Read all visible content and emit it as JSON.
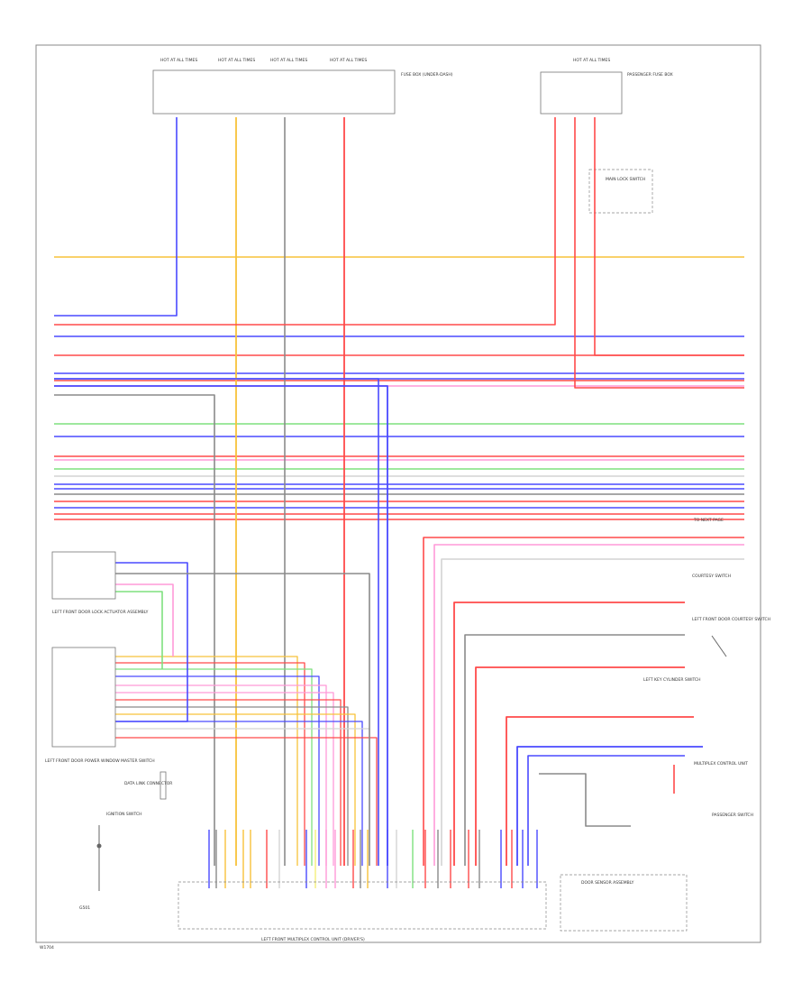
{
  "page": {
    "footer_code": "W1704"
  },
  "colors": {
    "red": "#ff4a4a",
    "pink": "#ff9ad8",
    "blue": "#4a4aff",
    "yellow": "#f7c23a",
    "gray": "#8a8a8a",
    "green": "#7ee07e",
    "lightyellow": "#f5f07a",
    "lightgray": "#d4d4d4",
    "black": "#333333"
  },
  "top_connectors": [
    {
      "label": "HOT AT ALL TIMES"
    },
    {
      "label": "HOT AT ALL TIMES"
    },
    {
      "label": "HOT AT ALL TIMES"
    },
    {
      "label": "HOT AT ALL TIMES"
    }
  ],
  "top_fuse_box": {
    "label": "FUSE BOX (UNDER-DASH)"
  },
  "passenger_fuse": {
    "hot": "HOT AT ALL TIMES",
    "label": "PASSENGER FUSE BOX"
  },
  "main_lock_switch": {
    "label": "MAIN LOCK SWITCH"
  },
  "left_components": {
    "left_front_door_lock_actuator": "LEFT FRONT DOOR LOCK ACTUATOR ASSEMBLY",
    "left_front_door_power_window_master_switch": "LEFT FRONT DOOR POWER WINDOW MASTER SWITCH",
    "dlc": "DATA LINK CONNECTOR",
    "ignition_switch": "IGNITION SWITCH",
    "ground_label": "G501"
  },
  "right_components": {
    "courtesy_switch": "COURTESY SWITCH",
    "left_front_door_courtesy": "LEFT FRONT DOOR COURTESY SWITCH",
    "left_key_cylinder_switch": "LEFT KEY CYLINDER SWITCH",
    "multiplex_unit": "MULTIPLEX CONTROL UNIT",
    "passenger_switch": "PASSENGER SWITCH",
    "door_sensor": "DOOR SENSOR ASSEMBLY"
  },
  "main_module": {
    "label": "LEFT FRONT MULTIPLEX CONTROL UNIT (DRIVER'S)"
  },
  "continued": "TO NEXT PAGE"
}
